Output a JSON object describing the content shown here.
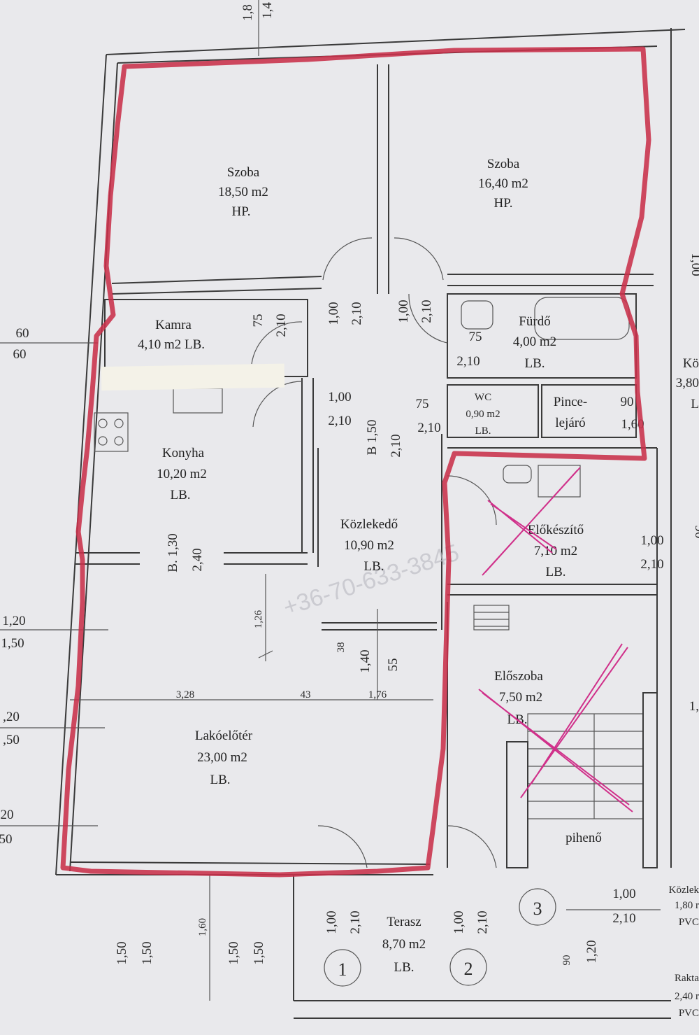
{
  "rooms": {
    "szoba1": {
      "name": "Szoba",
      "area": "18,50 m2",
      "floor": "HP."
    },
    "szoba2": {
      "name": "Szoba",
      "area": "16,40 m2",
      "floor": "HP."
    },
    "kamra": {
      "name": "Kamra",
      "area": "4,10 m2 LB."
    },
    "furdo": {
      "name": "Fürdő",
      "area": "4,00 m2",
      "floor": "LB."
    },
    "wc": {
      "name": "WC",
      "area": "0,90 m2",
      "floor": "LB."
    },
    "pince": {
      "line1": "Pince-",
      "line2": "lejáró"
    },
    "konyha": {
      "name": "Konyha",
      "area": "10,20 m2",
      "floor": "LB."
    },
    "kozlekedo": {
      "name": "Közlekedő",
      "area": "10,90 m2",
      "floor": "LB."
    },
    "elokeszito": {
      "name": "Előkészítő",
      "area": "7,10 m2",
      "floor": "LB."
    },
    "eloszoba": {
      "name": "Előszoba",
      "area": "7,50 m2",
      "floor": "LB."
    },
    "lakoeloter": {
      "name": "Lakóelőtér",
      "area": "23,00 m2",
      "floor": "LB."
    },
    "terasz": {
      "name": "Terasz",
      "area": "8,70 m2",
      "floor": "LB."
    },
    "piheno": {
      "name": "pihenő"
    }
  },
  "right_edge": {
    "room_abbrev": "Kö",
    "area": "3,80",
    "floor": "L",
    "kozlek": "Közlek",
    "kozlek_area": "1,80 r",
    "kozlek_floor": "PVC",
    "rakt": "Rakta",
    "rakt_area": "2,40 r",
    "rakt_floor": "PVC",
    "dim_top": "1,00",
    "dim_mid": "90",
    "dim_low": "1,"
  },
  "dims": {
    "top_a": "1,8",
    "top_b": "1,4",
    "left_60a": "60",
    "left_60b": "60",
    "left_120": "1,20",
    "left_150": "1,50",
    "left_20a": ",20",
    "left_50a": ",50",
    "left_20b": "20",
    "left_50b": "50",
    "kamra_75": "75",
    "kamra_210": "2,10",
    "door1_100": "1,00",
    "door1_210": "2,10",
    "door2_100": "1,00",
    "door2_210": "2,10",
    "furdo_75": "75",
    "furdo_210": "2,10",
    "konyha_door_100": "1,00",
    "konyha_door_210": "2,10",
    "b150": "B 1,50",
    "b150_210": "2,10",
    "wc_75": "75",
    "wc_210": "2,10",
    "pince_90": "90",
    "pince_160": "1,60",
    "b130": "B. 1,30",
    "b130_240": "2,40",
    "d126": "1,26",
    "d38": "38",
    "d140": "1,40",
    "d55": "55",
    "w328": "3,28",
    "w43": "43",
    "w176": "1,76",
    "elok_100": "1,00",
    "elok_210": "2,10",
    "b1_150a": "1,50",
    "b1_150b": "1,50",
    "b2_160": "1,60",
    "b3_150a": "1,50",
    "b3_150b": "1,50",
    "t1_100": "1,00",
    "t1_210": "2,10",
    "t2_100": "1,00",
    "t2_210": "2,10",
    "r_90": "90",
    "r_120": "1,20",
    "d3_100": "1,00",
    "d3_210": "2,10"
  },
  "markers": {
    "m1": "1",
    "m2": "2",
    "m3": "3"
  },
  "watermark": "+36-70-633-3845",
  "colors": {
    "outline": "#c8304a",
    "cross": "#d0308a"
  }
}
